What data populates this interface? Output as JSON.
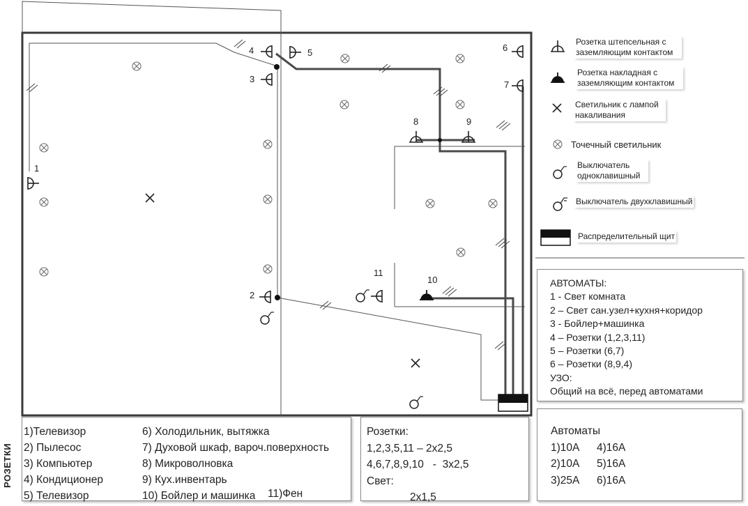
{
  "numbers": {
    "n1": "1",
    "n2": "2",
    "n3": "3",
    "n4": "4",
    "n5": "5",
    "n6": "6",
    "n7": "7",
    "n8": "8",
    "n9": "9",
    "n10": "10",
    "n11": "11"
  },
  "legend": {
    "socket_ground": "Розетка штепсельная с заземляющим контактом",
    "socket_surface": "Розетка накладная с заземляющим контактом",
    "lamp": "Светильник с лампой накаливания",
    "spot": "Точечный светильник",
    "switch1": "Выключатель одноклавишный",
    "switch2": "Выключатель двухклавишный",
    "panel": "Распределительный щит"
  },
  "automata": {
    "title": "АВТОМАТЫ:",
    "lines": [
      "1 - Свет комната",
      "2 – Свет сан.узел+кухня+коридор",
      "3 - Бойлер+машинка",
      "4 – Розетки (1,2,3,11)",
      "5 – Розетки (6,7)",
      "6 – Розетки (8,9,4)",
      "УЗО:",
      "Общий на всё, перед автоматами"
    ]
  },
  "sockets_side_label": "РОЗЕТКИ",
  "socket_list": {
    "col1": [
      "1)Телевизор",
      "2) Пылесос",
      "3) Компьютер",
      "4) Кондиционер",
      "5) Телевизор"
    ],
    "col2": [
      "6) Холодильник, вытяжка",
      "7) Духовой шкаф, вароч.поверхность",
      "8) Микроволновка",
      "9) Кух.инвентарь",
      "10) Бойлер и машинка"
    ],
    "extra": "11)Фен"
  },
  "cables": {
    "title": "Розетки:",
    "line1": "1,2,3,5,11 – 2х2,5",
    "line2": "4,6,7,8,9,10   -  3х2,5",
    "light_title": "Свет:",
    "light_value": "2х1,5"
  },
  "breakers": {
    "title": "Автоматы",
    "rows": [
      [
        "1)10А",
        "4)16А"
      ],
      [
        "2)10А",
        "5)16А"
      ],
      [
        "3)25А",
        "6)16А"
      ]
    ]
  }
}
